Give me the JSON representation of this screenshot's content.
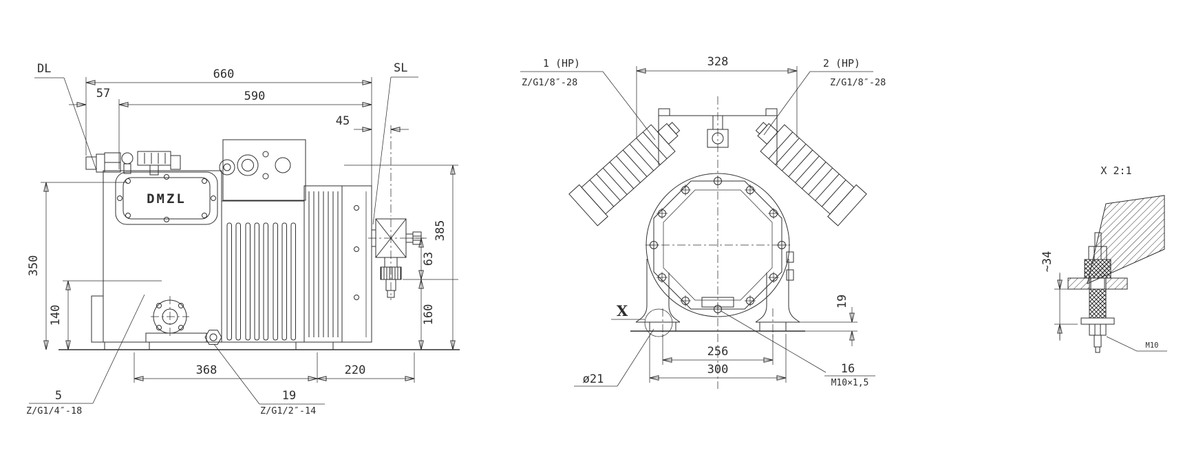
{
  "title": "compressor-dimension-drawing",
  "colors": {
    "line": "#2e2e2e",
    "background": "#ffffff"
  },
  "side_view": {
    "port_dl": "DL",
    "port_sl": "SL",
    "logo": "DMZL",
    "dim_overall_length": "660",
    "dim_length_590": "590",
    "dim_57": "57",
    "dim_45": "45",
    "dim_height_350": "350",
    "dim_height_140": "140",
    "dim_height_385": "385",
    "dim_63": "63",
    "dim_160": "160",
    "dim_foot_368": "368",
    "dim_foot_220": "220",
    "callout_5_num": "5",
    "callout_5_thread": "Z/G1/4″-18",
    "callout_19_num": "19",
    "callout_19_thread": "Z/G1/2″-14"
  },
  "front_view": {
    "callout_1_num": "1 (HP)",
    "callout_1_thread": "Z/G1/8″-28",
    "callout_2_num": "2 (HP)",
    "callout_2_thread": "Z/G1/8″-28",
    "dim_width_328": "328",
    "dim_bolt_span_256": "256",
    "dim_pad_span_300": "300",
    "dim_foot_19": "19",
    "detail_marker": "X",
    "callout_hole_dia": "ø21",
    "callout_16_num": "16",
    "callout_16_thread": "M10×1,5"
  },
  "detail_view": {
    "title": "X  2:1",
    "dim_34": "~34",
    "thread": "M10"
  }
}
